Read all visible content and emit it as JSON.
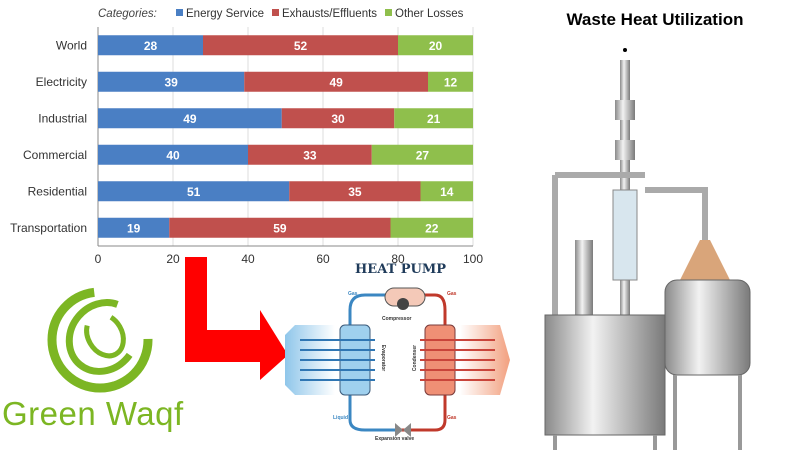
{
  "chart_data": {
    "type": "bar",
    "orientation": "horizontal",
    "stacked": true,
    "legend_title": "Categories:",
    "legend_placement": "top",
    "categories": [
      "World",
      "Electricity",
      "Industrial",
      "Commercial",
      "Residential",
      "Transportation"
    ],
    "series": [
      {
        "name": "Energy Service",
        "color": "#4a7fc4",
        "values": [
          28,
          39,
          49,
          40,
          51,
          19
        ]
      },
      {
        "name": "Exhausts/Effluents",
        "color": "#c0504d",
        "values": [
          52,
          49,
          30,
          33,
          35,
          59
        ]
      },
      {
        "name": "Other Losses",
        "color": "#8fbf4c",
        "values": [
          20,
          12,
          21,
          27,
          14,
          22
        ]
      }
    ],
    "xlim": [
      0,
      100
    ],
    "xticks": [
      0,
      20,
      40,
      60,
      80,
      100
    ],
    "grid": true
  },
  "title": "Waste Heat Utilization",
  "brand": "Green Waqf",
  "heat_pump": {
    "title": "HEAT PUMP",
    "compressor": "Compressor",
    "evaporator": "Evaporator",
    "condenser": "Condenser",
    "expansion_valve": "Expansion valve",
    "gas": "Gas",
    "liquid": "Liquid"
  }
}
